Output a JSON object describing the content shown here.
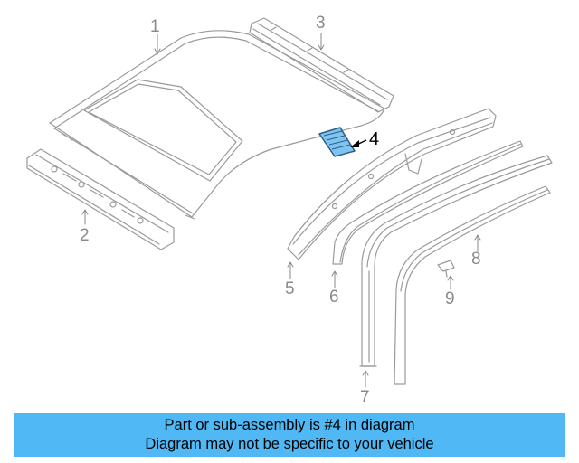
{
  "diagram": {
    "callouts": [
      "1",
      "2",
      "3",
      "4",
      "5",
      "6",
      "7",
      "8",
      "9"
    ],
    "highlighted_part": "4",
    "colors": {
      "part_line": "#9a9a9a",
      "highlight_fill": "#7fc4f0",
      "highlight_stroke": "#2a5f86",
      "callout_text": "#8a8a8a"
    }
  },
  "banner": {
    "line1": "Part or sub-assembly is #4 in diagram",
    "line2": "Diagram may not be specific to your vehicle",
    "background": "#4fb8f5"
  }
}
